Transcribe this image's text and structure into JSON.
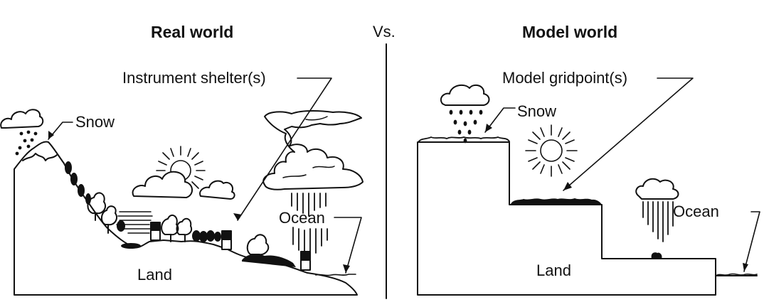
{
  "left_panel": {
    "title": "Real world",
    "labels": {
      "instrument": "Instrument shelter(s)",
      "snow": "Snow",
      "ocean": "Ocean",
      "land": "Land"
    }
  },
  "separator_label": "Vs.",
  "right_panel": {
    "title": "Model world",
    "labels": {
      "gridpoint": "Model gridpoint(s)",
      "snow": "Snow",
      "ocean": "Ocean",
      "land": "Land"
    }
  },
  "colors": {
    "ink": "#111111",
    "background": "#ffffff"
  }
}
